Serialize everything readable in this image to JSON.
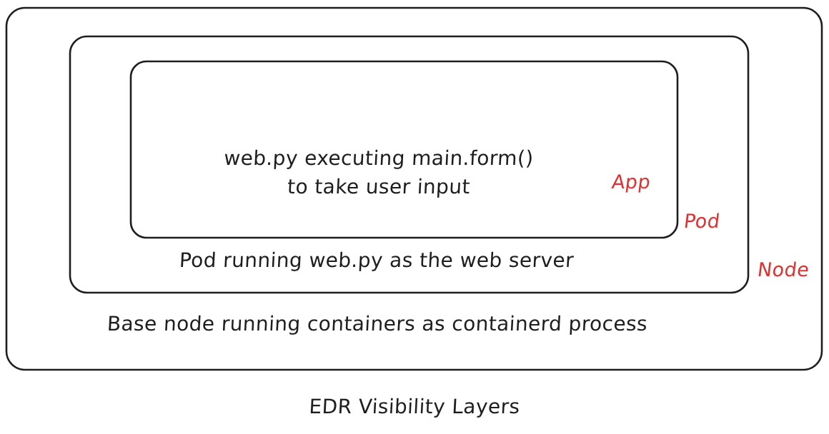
{
  "figure": {
    "caption": "EDR Visibility Layers",
    "background_color": "#ffffff",
    "stroke_color": "#1e1e1e",
    "text_color": "#1e1e1e",
    "accent_color": "#e03131"
  },
  "layers": {
    "node": {
      "label": "Node",
      "caption": "Base node running containers as containerd process"
    },
    "pod": {
      "label": "Pod",
      "caption": "Pod running web.py as the web server"
    },
    "app": {
      "label": "App",
      "caption_line1": "web.py executing main.form()",
      "caption_line2": "to take user input"
    }
  }
}
